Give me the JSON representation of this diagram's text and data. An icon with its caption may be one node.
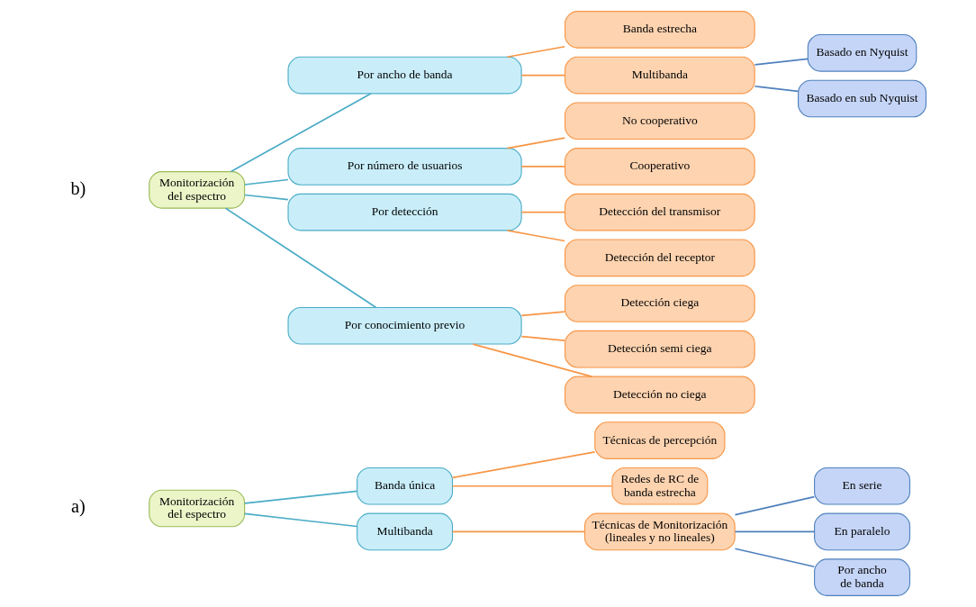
{
  "diagram": {
    "nodes": [
      {
        "text": [
          "Monitorización del espectro"
        ]
      },
      {
        "text": [
          "Banda única"
        ]
      },
      {
        "text": [
          "Multibanda"
        ]
      },
      {
        "text": [
          "Técnicas de percepción"
        ]
      },
      {
        "text": [
          "Redes de RC de banda estrecha"
        ]
      },
      {
        "text": [
          "Técnicas de Monitorización (lineales y no lineales)"
        ]
      },
      {
        "text": [
          "En serie"
        ]
      },
      {
        "text": [
          "En paralelo"
        ]
      },
      {
        "text": [
          "Por ancho de banda"
        ]
      },
      {
        "text": [
          "Monitorización del espectro"
        ]
      },
      {
        "text": [
          "Por ancho de banda"
        ]
      },
      {
        "text": [
          "Por número de usuarios"
        ]
      },
      {
        "text": [
          "Por detección"
        ]
      },
      {
        "text": [
          "Por conocimiento previo"
        ]
      },
      {
        "text": [
          "Banda estrecha"
        ]
      },
      {
        "text": [
          "Multibanda"
        ]
      },
      {
        "text": [
          "Basado en Nyquist"
        ]
      },
      {
        "text": [
          "Basado en sub Nyquist"
        ]
      },
      {
        "text": [
          "No cooperativo"
        ]
      },
      {
        "text": [
          "Cooperativo"
        ]
      },
      {
        "text": [
          "Detección del transmisor"
        ]
      },
      {
        "text": [
          "Detección del receptor"
        ]
      },
      {
        "text": [
          "Detección ciega"
        ]
      },
      {
        "text": [
          "Detección semi ciega"
        ]
      },
      {
        "text": [
          "Detección no ciega"
        ]
      }
    ],
    "edges": [
      {
        "from": 0,
        "to": 1,
        "arrow": "none",
        "color": "#4bacc6"
      },
      {
        "from": 0,
        "to": 2,
        "arrow": "none",
        "color": "#4bacc6"
      },
      {
        "from": 1,
        "to": 3,
        "arrow": "none"
      },
      {
        "from": 1,
        "to": 4,
        "arrow": "none"
      },
      {
        "from": 2,
        "to": 5,
        "arrow": "none"
      },
      {
        "from": 5,
        "to": 6,
        "arrow": "none",
        "color": "#4f81bd"
      },
      {
        "from": 5,
        "to": 7,
        "arrow": "none",
        "color": "#4f81bd"
      },
      {
        "from": 5,
        "to": 8,
        "arrow": "none",
        "color": "#4f81bd"
      },
      {
        "from": 9,
        "to": 10,
        "arrow": "none",
        "color": "#4bacc6"
      },
      {
        "from": 9,
        "to": 11,
        "arrow": "none",
        "color": "#4bacc6"
      },
      {
        "from": 9,
        "to": 12,
        "arrow": "none",
        "color": "#4bacc6"
      },
      {
        "from": 9,
        "to": 13,
        "arrow": "none",
        "color": "#4bacc6"
      },
      {
        "from": 10,
        "to": 14,
        "arrow": "none"
      },
      {
        "from": 10,
        "to": 15,
        "arrow": "none"
      },
      {
        "from": 15,
        "to": 16,
        "arrow": "none",
        "color": "#4f81bd"
      },
      {
        "from": 15,
        "to": 17,
        "arrow": "none",
        "color": "#4f81bd"
      },
      {
        "from": 11,
        "to": 18,
        "arrow": "none"
      },
      {
        "from": 11,
        "to": 19,
        "arrow": "none"
      },
      {
        "from": 12,
        "to": 20,
        "arrow": "none"
      },
      {
        "from": 12,
        "to": 21,
        "arrow": "none"
      },
      {
        "from": 13,
        "to": 22,
        "arrow": "none"
      },
      {
        "from": 13,
        "to": 23,
        "arrow": "none"
      },
      {
        "from": 13,
        "to": 24,
        "arrow": "none"
      }
    ],
    "labels": [
      "a)",
      "b)"
    ]
  }
}
